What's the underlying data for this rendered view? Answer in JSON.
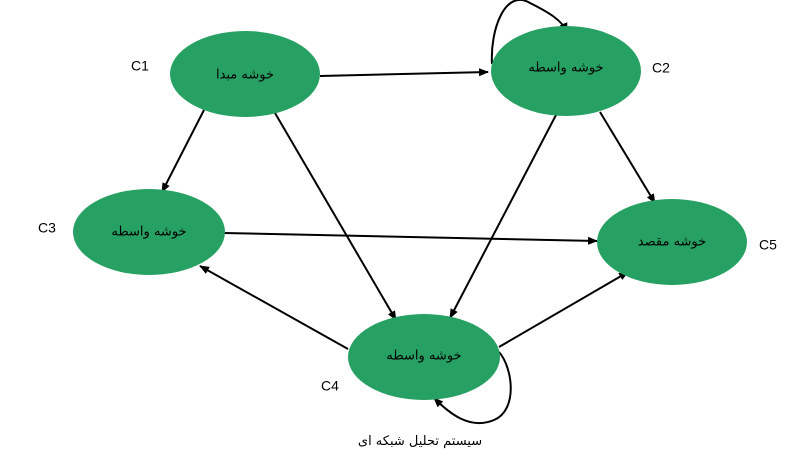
{
  "colors": {
    "node_fill": "#27a163",
    "edge": "#000000",
    "text": "#000000"
  },
  "nodes": [
    {
      "key": "c1",
      "id_label": "C1",
      "label": "خوشه مبدا"
    },
    {
      "key": "c2",
      "id_label": "C2",
      "label": "خوشه واسطه"
    },
    {
      "key": "c3",
      "id_label": "C3",
      "label": "خوشه واسطه"
    },
    {
      "key": "c4",
      "id_label": "C4",
      "label": "خوشه واسطه"
    },
    {
      "key": "c5",
      "id_label": "C5",
      "label": "خوشه مقصد"
    }
  ],
  "edges": [
    {
      "from": "C1",
      "to": "C2"
    },
    {
      "from": "C1",
      "to": "C3"
    },
    {
      "from": "C1",
      "to": "C4"
    },
    {
      "from": "C2",
      "to": "C2"
    },
    {
      "from": "C2",
      "to": "C4"
    },
    {
      "from": "C2",
      "to": "C5"
    },
    {
      "from": "C3",
      "to": "C5"
    },
    {
      "from": "C4",
      "to": "C3"
    },
    {
      "from": "C4",
      "to": "C4"
    },
    {
      "from": "C4",
      "to": "C5"
    }
  ],
  "caption": "سیستم تحلیل شبکه ای"
}
